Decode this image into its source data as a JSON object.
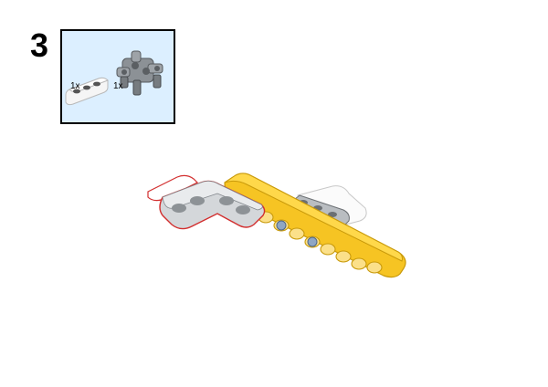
{
  "step": {
    "number": "3"
  },
  "parts_list": [
    {
      "part": "white-liftarm-3",
      "quantity_label": "1x"
    },
    {
      "part": "gray-double-angle-connector-with-pins",
      "quantity_label": "1x"
    }
  ],
  "colors": {
    "callout_background": "#dcefff",
    "callout_border": "#000000",
    "liftarm_yellow": "#f6c423",
    "brick_gray": "#a9aeb2",
    "pin_blue": "#8fa6c4",
    "highlight_red": "#d22e2e"
  }
}
